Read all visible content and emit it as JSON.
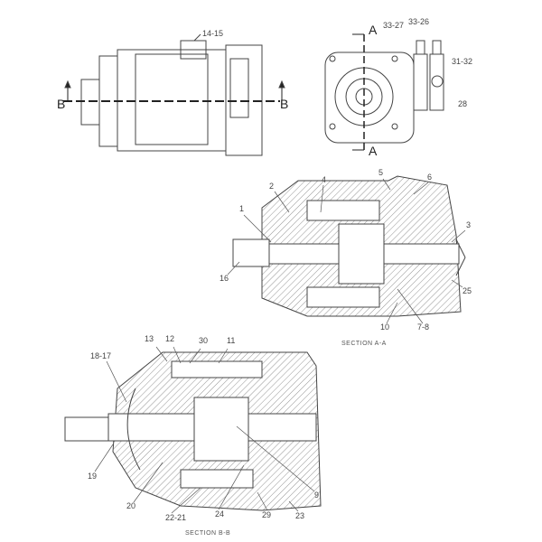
{
  "top_view": {
    "callout": "14-15",
    "section_marker_left": "B",
    "section_marker_right": "B"
  },
  "end_view": {
    "section_marker_top": "A",
    "section_marker_bottom": "A",
    "callouts": [
      "33-27",
      "33-26",
      "31-32",
      "28"
    ]
  },
  "section_a": {
    "caption": "SECTION A-A",
    "callouts": [
      "5",
      "6",
      "4",
      "2",
      "1",
      "3",
      "16",
      "25",
      "10",
      "7-8"
    ]
  },
  "section_b": {
    "caption": "SECTION B-B",
    "callouts": [
      "13",
      "12",
      "30",
      "11",
      "18-17",
      "19",
      "20",
      "22-21",
      "24",
      "29",
      "23",
      "9"
    ]
  }
}
